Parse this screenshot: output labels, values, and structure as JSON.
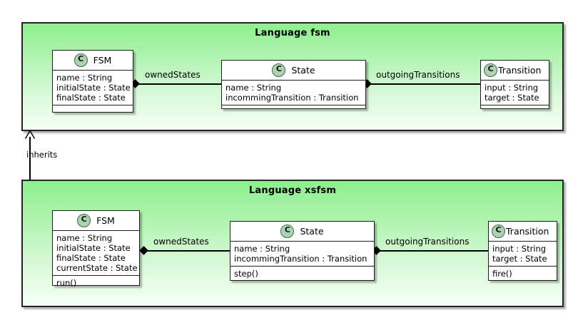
{
  "diagram": {
    "type": "uml-class-diagram",
    "background": "#ffffff",
    "colors": {
      "package_fill_top": "#8CF08C",
      "package_fill_bottom": "#F7FFF7",
      "class_fill": "#FFFFFF",
      "border": "#1d1d1d",
      "class_icon_fill": "#ADD1B2",
      "text": "#000000"
    }
  },
  "packages": [
    {
      "id": "fsm",
      "title": "Language fsm",
      "classes": [
        {
          "id": "fsm-FSM",
          "icon": "class-icon",
          "icon_letter": "C",
          "name": "FSM",
          "attributes": [
            "name : String",
            "initialState : State",
            "finalState : State"
          ],
          "operations": []
        },
        {
          "id": "fsm-State",
          "icon": "class-icon",
          "icon_letter": "C",
          "name": "State",
          "attributes": [
            "name : String",
            "incommingTransition : Transition"
          ],
          "operations": []
        },
        {
          "id": "fsm-Transition",
          "icon": "class-icon",
          "icon_letter": "C",
          "name": "Transition",
          "attributes": [
            "input : String",
            "target : State"
          ],
          "operations": []
        }
      ],
      "associations": [
        {
          "id": "fsm-ownedStates",
          "label": "ownedStates",
          "from": "fsm-FSM",
          "to": "fsm-State",
          "end": "composition-diamond"
        },
        {
          "id": "fsm-outgoingTransitions",
          "label": "outgoingTransitions",
          "from": "fsm-State",
          "to": "fsm-Transition",
          "end": "composition-diamond"
        }
      ]
    },
    {
      "id": "xsfsm",
      "title": "Language xsfsm",
      "classes": [
        {
          "id": "xsfsm-FSM",
          "icon": "class-icon",
          "icon_letter": "C",
          "name": "FSM",
          "attributes": [
            "name : String",
            "initialState : State",
            "finalState : State",
            "currentState : State"
          ],
          "operations": [
            "run()"
          ]
        },
        {
          "id": "xsfsm-State",
          "icon": "class-icon",
          "icon_letter": "C",
          "name": "State",
          "attributes": [
            "name : String",
            "incommingTransition : Transition"
          ],
          "operations": [
            "step()"
          ]
        },
        {
          "id": "xsfsm-Transition",
          "icon": "class-icon",
          "icon_letter": "C",
          "name": "Transition",
          "attributes": [
            "input : String",
            "target : State"
          ],
          "operations": [
            "fire()"
          ]
        }
      ],
      "associations": [
        {
          "id": "xsfsm-ownedStates",
          "label": "ownedStates",
          "from": "xsfsm-FSM",
          "to": "xsfsm-State",
          "end": "composition-diamond"
        },
        {
          "id": "xsfsm-outgoingTransitions",
          "label": "outgoingTransitions",
          "from": "xsfsm-State",
          "to": "xsfsm-Transition",
          "end": "composition-diamond"
        }
      ]
    }
  ],
  "relations": [
    {
      "id": "inherits-relation",
      "label": "inherits",
      "from": "xsfsm",
      "to": "fsm",
      "arrow": "open-arrow-up"
    }
  ]
}
